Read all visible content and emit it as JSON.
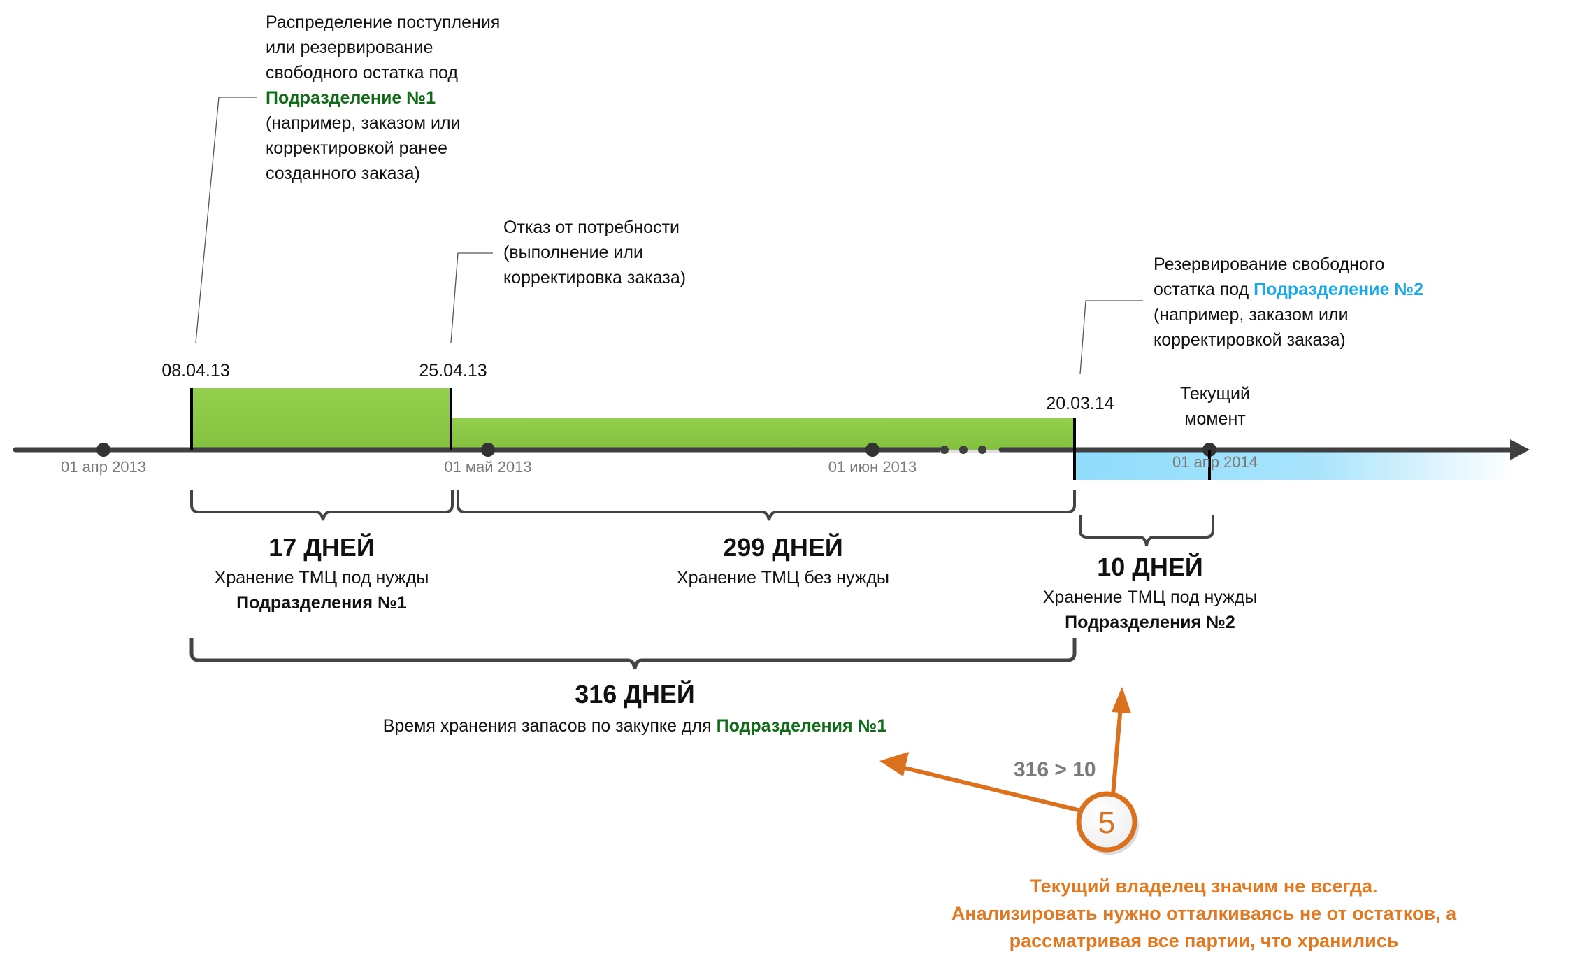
{
  "colors": {
    "bar_green": "#8bc94a",
    "bar_blue": "#8fdcfb",
    "timeline": "#3f3f3f",
    "division1": "#0f6b17",
    "division2": "#1ea8e2",
    "accent_orange": "#d9711f",
    "axis_label": "#7a7a7a"
  },
  "notes": {
    "distribution": {
      "lines": [
        "Распределение поступления",
        "или резервирование",
        "свободного остатка под"
      ],
      "highlight": "Подразделение №1",
      "tail": [
        "(например, заказом или",
        "корректировкой ранее",
        "созданного заказа)"
      ]
    },
    "refusal": {
      "lines": [
        "Отказ от потребности",
        "(выполнение или",
        "корректировка заказа)"
      ]
    },
    "reservation": {
      "line1": "Резервирование свободного",
      "line2_prefix": "остатка под ",
      "highlight": "Подразделение №2",
      "tail": [
        "(например, заказом или",
        "корректировкой заказа)"
      ]
    }
  },
  "timeline": {
    "events": [
      {
        "date": "08.04.13"
      },
      {
        "date": "25.04.13"
      },
      {
        "date": "20.03.14"
      }
    ],
    "current_moment": [
      "Текущий",
      "момент"
    ],
    "axis_ticks": [
      "01 апр 2013",
      "01 май 2013",
      "01 июн 2013",
      "01 апр 2014"
    ]
  },
  "periods": [
    {
      "days": "17 ДНЕЙ",
      "caption": "Хранение ТМЦ под нужды",
      "highlight": "Подразделения №1"
    },
    {
      "days": "299 ДНЕЙ",
      "caption": "Хранение ТМЦ без нужды"
    },
    {
      "days": "10 ДНЕЙ",
      "caption": "Хранение ТМЦ под нужды",
      "highlight": "Подразделения №2"
    }
  ],
  "total": {
    "days": "316 ДНЕЙ",
    "caption_prefix": "Время хранения запасов по закупке для ",
    "highlight": "Подразделения №1"
  },
  "comparison": "316 > 10",
  "marker_number": "5",
  "conclusion": [
    "Текущий владелец значим не всегда.",
    "Анализировать нужно отталкиваясь не от остатков, а",
    "рассматривая все партии, что хранились"
  ]
}
